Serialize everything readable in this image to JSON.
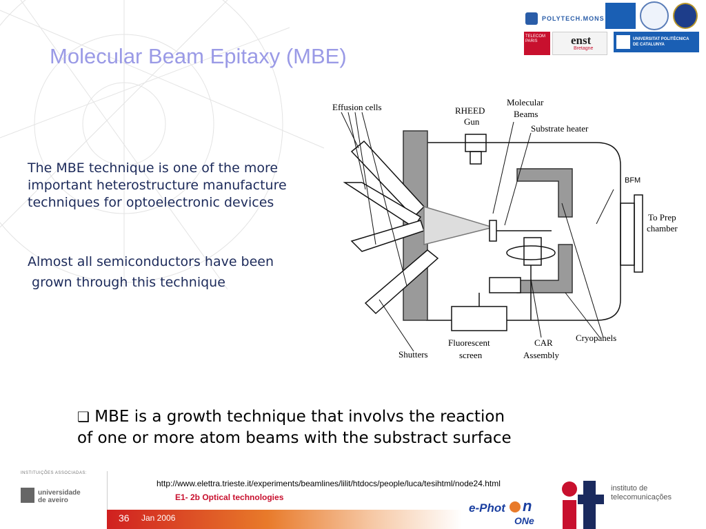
{
  "slide": {
    "title": "Molecular Beam Epitaxy (MBE)",
    "para1": "The MBE technique is one of the more important heterostructure manufacture techniques for optoelectronic devices",
    "para2_line1": "Almost all semiconductors have been",
    "para2_line2": " grown through this technique",
    "bullet_symbol": "❑",
    "bullet_line1": "MBE is a growth technique that involvs the reaction",
    "bullet_line2": "of one or more atom beams with the substract surface"
  },
  "diagram": {
    "labels": {
      "effusion_cells": "Effusion cells",
      "rheed_gun_1": "RHEED",
      "rheed_gun_2": "Gun",
      "molecular_beams_1": "Molecular",
      "molecular_beams_2": "Beams",
      "substrate_heater": "Substrate heater",
      "bfm": "BFM",
      "to_prep_1": "To Prep",
      "to_prep_2": "chamber",
      "cryopanels": "Cryopanels",
      "shutters": "Shutters",
      "fluorescent_1": "Fluorescent",
      "fluorescent_2": "screen",
      "car_1": "CAR",
      "car_2": "Assembly"
    }
  },
  "logos": {
    "polytech": "POLYTECH.MONS",
    "enst": "enst",
    "enst_sub": "Bretagne",
    "upc_1": "UNIVERSITAT POLITÈCNICA",
    "upc_2": "DE CATALUNYA",
    "telecom": "TELECOM PARIS",
    "ua_label": "INSTITUIÇÕES ASSOCIADAS:",
    "ua_1": "universidade",
    "ua_2": "de aveiro",
    "it_1": "instituto de",
    "it_2": "telecomunicações",
    "ephoton_1": "e-Phot",
    "ephoton_2": "n",
    "ephoton_3": "ONe"
  },
  "footer": {
    "url": "http://www.elettra.trieste.it/experiments/beamlines/lilit/htdocs/people/luca/tesihtml/node24.html",
    "course": "E1- 2b Optical technologies",
    "page": "36",
    "date": "Jan 2006"
  },
  "colors": {
    "title": "#9a9ae6",
    "text": "#1c2a5a",
    "accent_red": "#c8102e",
    "footer_orange": "#e87a2a"
  }
}
